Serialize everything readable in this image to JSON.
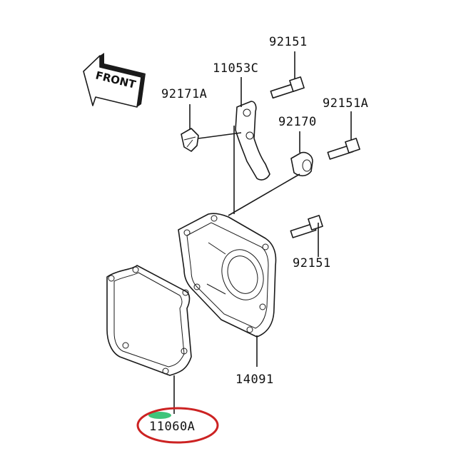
{
  "diagram": {
    "direction_label": "FRONT",
    "highlight_color": "#cc2222",
    "accent_mark_color": "#3fc47a",
    "parts": {
      "bolt_top": "92151",
      "bracket": "11053C",
      "clip": "92171A",
      "bolt_right": "92151A",
      "damper": "92170",
      "bolt_lower": "92151",
      "cover": "14091",
      "gasket": "11060A"
    }
  }
}
